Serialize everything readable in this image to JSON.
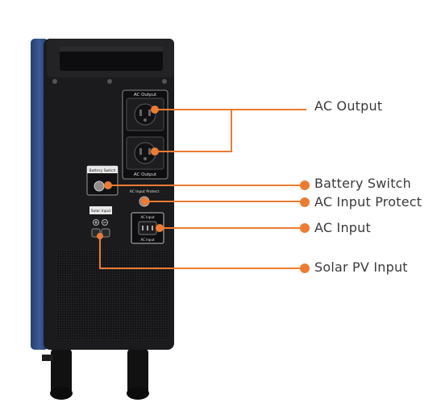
{
  "device": {
    "panel_labels": {
      "ac_output_top": "AC Output",
      "ac_output_bottom": "AC Output",
      "battery_switch": "Battery Switch",
      "ac_input_protect": "AC Input Protect",
      "ac_input_top": "AC Input",
      "ac_input_bottom": "AC Input",
      "solar_input": "Solar Input"
    }
  },
  "callouts": [
    {
      "label": "AC Output"
    },
    {
      "label": "Battery Switch"
    },
    {
      "label": "AC Input Protect"
    },
    {
      "label": "AC Input"
    },
    {
      "label": "Solar PV Input"
    }
  ],
  "colors": {
    "accent": "#ee7b30",
    "body": "#1b1b1d",
    "side_blue": "#34508a",
    "panel": "#0e0e10"
  }
}
